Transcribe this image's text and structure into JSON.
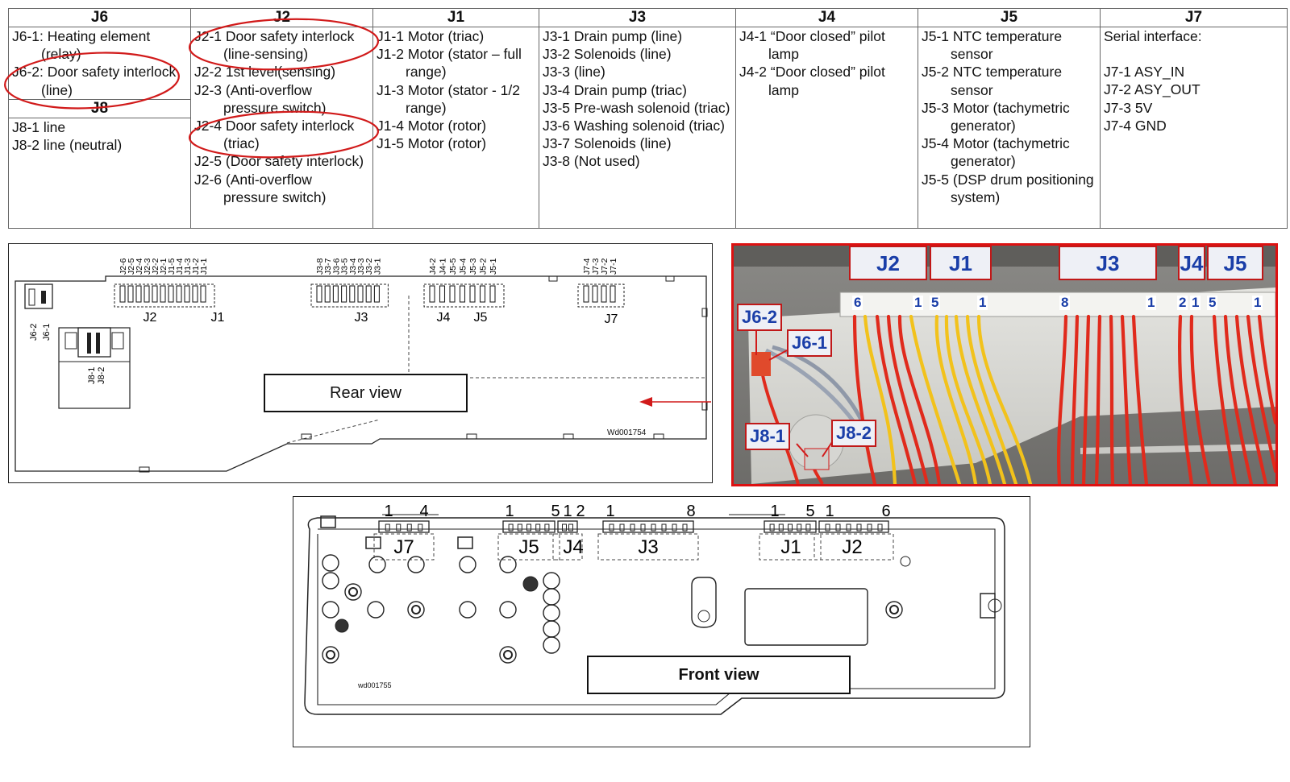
{
  "table": {
    "j6": {
      "header": "J6",
      "lines": [
        "J6-1: Heating element (relay)",
        "J6-2: Door safety interlock (line)"
      ]
    },
    "j8": {
      "header": "J8",
      "lines": [
        "J8-1 line",
        "J8-2 line (neutral)"
      ]
    },
    "j2": {
      "header": "J2",
      "lines": [
        "J2-1 Door safety interlock (line-sensing)",
        "J2-2 1st level(sensing)",
        "J2-3 (Anti-overflow pressure switch)",
        "J2-4 Door safety interlock (triac)",
        "J2-5 (Door safety interlock)",
        "J2-6 (Anti-overflow pressure switch)"
      ]
    },
    "j1": {
      "header": "J1",
      "lines": [
        "J1-1 Motor (triac)",
        "J1-2 Motor (stator – full range)",
        "J1-3 Motor (stator - 1/2 range)",
        "J1-4 Motor (rotor)",
        "J1-5 Motor (rotor)"
      ]
    },
    "j3": {
      "header": "J3",
      "lines": [
        "J3-1 Drain pump (line)",
        "J3-2 Solenoids (line)",
        "J3-3 (line)",
        "J3-4 Drain pump (triac)",
        "J3-5 Pre-wash solenoid (triac)",
        "J3-6 Washing solenoid (triac)",
        "J3-7 Solenoids (line)",
        "J3-8 (Not used)"
      ]
    },
    "j4": {
      "header": "J4",
      "lines": [
        "J4-1 “Door closed” pilot lamp",
        "J4-2 “Door closed” pilot lamp"
      ]
    },
    "j5": {
      "header": "J5",
      "lines": [
        "J5-1 NTC temperature sensor",
        "J5-2 NTC temperature sensor",
        "J5-3 Motor (tachymetric generator)",
        "J5-4 Motor (tachymetric generator)",
        "J5-5 (DSP drum positioning system)"
      ]
    },
    "j7": {
      "header": "J7",
      "title": "Serial interface:",
      "lines": [
        "J7-1 ASY_IN",
        "J7-2 ASY_OUT",
        "J7-3 5V",
        "J7-4 GND"
      ]
    }
  },
  "rear_view": {
    "label": "Rear view",
    "ref_code": "Wd001754",
    "pin_labels_j2_j1": [
      "J2-6",
      "J2-5",
      "J2-4",
      "J2-3",
      "J2-2",
      "J2-1",
      "J1-5",
      "J1-4",
      "J1-3",
      "J1-2",
      "J1-1"
    ],
    "pin_labels_j3": [
      "J3-8",
      "J3-7",
      "J3-6",
      "J3-5",
      "J3-4",
      "J3-3",
      "J3-2",
      "J3-1"
    ],
    "pin_labels_j4_j5": [
      "J4-2",
      "J4-1",
      "J5-5",
      "J5-4",
      "J5-3",
      "J5-2",
      "J5-1"
    ],
    "pin_labels_j7": [
      "J7-4",
      "J7-3",
      "J7-2",
      "J7-1"
    ],
    "pin_labels_j6": [
      "J6-2",
      "J6-1"
    ],
    "pin_labels_j8": [
      "J8-1",
      "J8-2"
    ],
    "connector_labels": [
      "J2",
      "J1",
      "J3",
      "J4",
      "J5",
      "J7"
    ]
  },
  "photo": {
    "headers": [
      "J2",
      "J1",
      "J3",
      "J4",
      "J5"
    ],
    "pin_numbers": [
      "6",
      "1",
      "5",
      "1",
      "8",
      "1",
      "2",
      "1",
      "5",
      "1"
    ],
    "tags": [
      "J6-2",
      "J6-1",
      "J8-1",
      "J8-2"
    ]
  },
  "front_view": {
    "label": "Front view",
    "ref_code": "wd001755",
    "connector_labels": [
      "J7",
      "J5",
      "J4",
      "J3",
      "J1",
      "J2"
    ],
    "pin_numbers": [
      "1",
      "4",
      "1",
      "5",
      "1",
      "2",
      "1",
      "8",
      "1",
      "5",
      "1",
      "6"
    ]
  },
  "colors": {
    "annotation_red": "#d11a1a",
    "tag_blue": "#1a3ea8",
    "wire_red": "#e02a1c",
    "wire_yellow": "#f2c21b"
  }
}
